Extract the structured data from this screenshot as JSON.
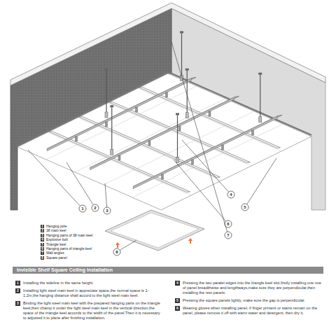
{
  "diagram": {
    "title": "Invisible Shelf Square Ceiling Installation",
    "labels": [
      "1",
      "2",
      "3",
      "4",
      "5",
      "6",
      "7",
      "8",
      "1",
      "2",
      "3",
      "4",
      "5",
      "6",
      "7",
      "8",
      "1",
      "Installing the sideline in the same height.",
      "2",
      "Installing light steel main keel in appreciate space,the normal space is 1-1.2m,the hanging distance shall accord to the light steel main keel.",
      "3",
      "Binding the light steel main keel with the prepared hanging parts on the triangle keel,then champ it under the light steel main keel in the vertical direction,the space of the triangle keel accords to the width of the panel.Then it is necessary to adjusted it to plane after finishing installation.",
      "4",
      "Pressing the two paralel edges into the triangle keel slot,firstly installing one row of panel breadthwise and lengthways,make sure they are perpendicular,then installing the rest panels.",
      "5",
      "Pressing the square panels lightly, make sure the gap is perpendicular.",
      "6",
      "Wearing gloves when installing panel, if finger printers or stains remain on the panel, please remove it off with warm water and detergent, then dry it."
    ],
    "legend": [
      {
        "text": "Hanging pole"
      },
      {
        "text": "38 main keel"
      },
      {
        "text": "Hanging parts of 38 main keel"
      },
      {
        "text": "Explosive bolt"
      },
      {
        "text": "Triangle keel"
      },
      {
        "text": "Hanging parts of triangle keel"
      },
      {
        "text": "Wall angles"
      },
      {
        "text": "Square panel"
      }
    ]
  }
}
